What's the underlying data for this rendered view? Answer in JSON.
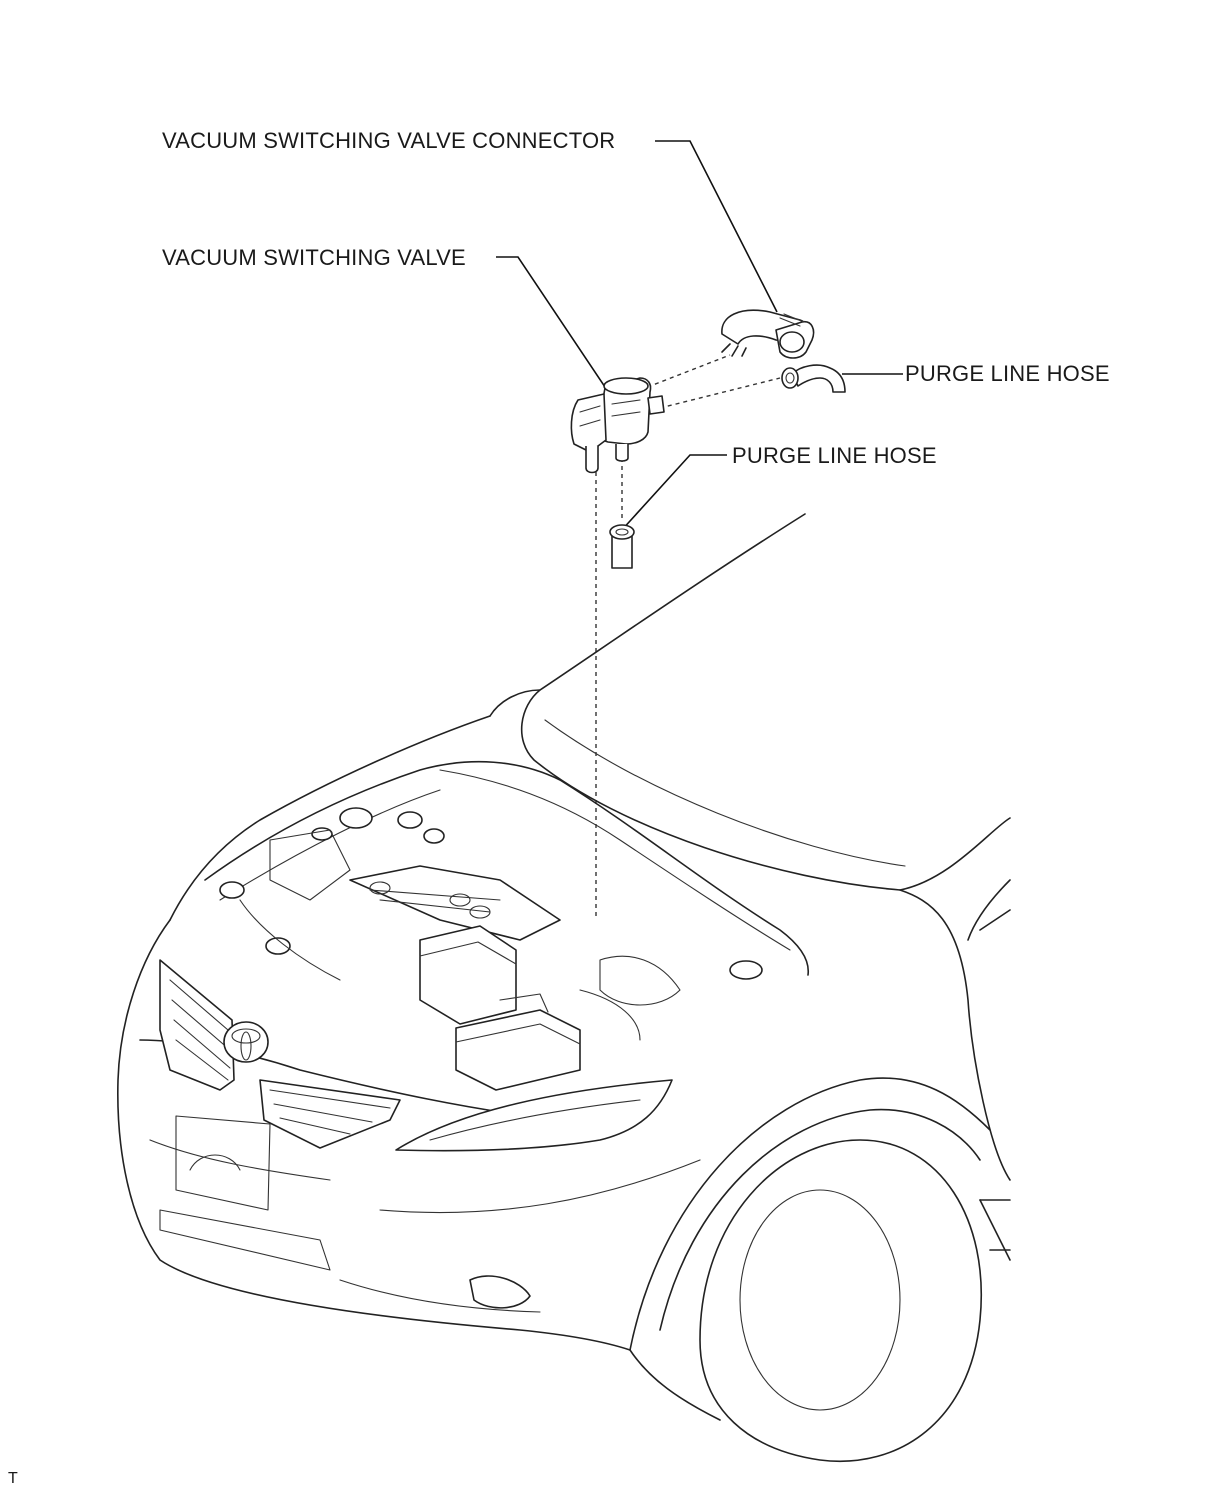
{
  "callouts": {
    "connector": "VACUUM SWITCHING VALVE CONNECTOR",
    "valve": "VACUUM SWITCHING VALVE",
    "purge_hose_upper": "PURGE LINE HOSE",
    "purge_hose_lower": "PURGE LINE HOSE"
  },
  "corner_mark": "T"
}
